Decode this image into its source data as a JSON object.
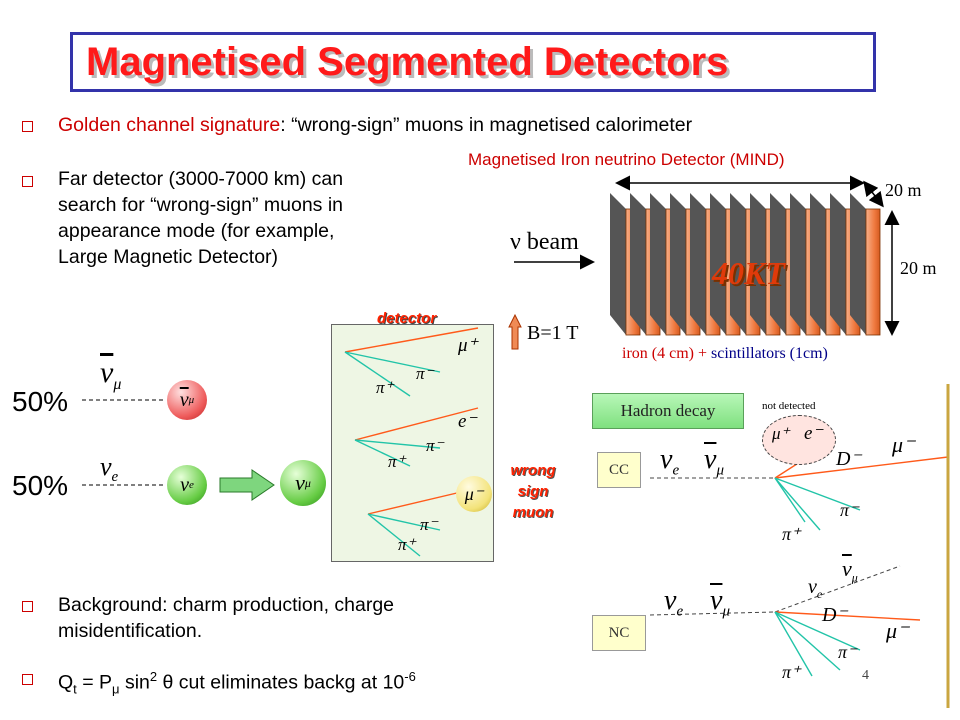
{
  "title": "Magnetised Segmented Detectors",
  "bullets": {
    "b1_red": "Golden channel signature",
    "b1_rest": ": “wrong-sign” muons in magnetised calorimeter",
    "b2_l1": "Far detector (3000-7000 km) can",
    "b2_l2": "search for “wrong-sign” muons in",
    "b2_l3": "appearance mode (for example,",
    "b2_l4": "Large Magnetic Detector)",
    "b3_l1": "Background: charm production, charge",
    "b3_l2": "misidentification.",
    "b4_q": "Q",
    "b4_qsub": "t",
    "b4_eq": " = P",
    "b4_mu": "μ",
    "b4_sin": " sin",
    "b4_sup2": "2",
    "b4_theta": " θ",
    "b4_cut": " cut eliminates backg at 10",
    "b4_exp": "-6"
  },
  "mind": {
    "caption": "Magnetised Iron neutrino Detector (MIND)",
    "beam": "ν beam",
    "dim_depth": "20 m",
    "dim_height": "20 m",
    "mass": "40KT",
    "field": "B=1 T",
    "iron": "iron (4 cm)",
    "plus": "+",
    "scint": "scintillators (1cm)"
  },
  "left_diagram": {
    "pct_top": "50%",
    "pct_bottom": "50%",
    "nu_mu_bar": "ν",
    "sub_mu": "μ",
    "nu_e": "ν",
    "sub_e": "e",
    "detector_label": "detector",
    "wrong1": "wrong",
    "wrong2": "sign",
    "wrong3": "muon",
    "mu_plus": "μ⁺",
    "mu_minus": "μ⁻",
    "pi_plus": "π⁺",
    "pi_minus": "π⁻",
    "e_minus": "e⁻"
  },
  "right_diagram": {
    "hadron_decay": "Hadron decay",
    "not_detected": "not detected",
    "cc": "CC",
    "nc": "NC",
    "D_minus": "D⁻",
    "mu_minus": "μ⁻",
    "pi_plus": "π⁺",
    "pi_minus": "π⁻",
    "mu_plus": "μ⁺",
    "e_minus": "e⁻"
  },
  "page_number": "4",
  "colors": {
    "title": "#ff1a1a",
    "accent_red": "#cc0000",
    "title_border": "#3333aa",
    "iron_orange": "#f08a55",
    "hadron_green": "#9ef09e",
    "track_orange": "#ff5a1a",
    "track_teal": "#22c4a8"
  }
}
